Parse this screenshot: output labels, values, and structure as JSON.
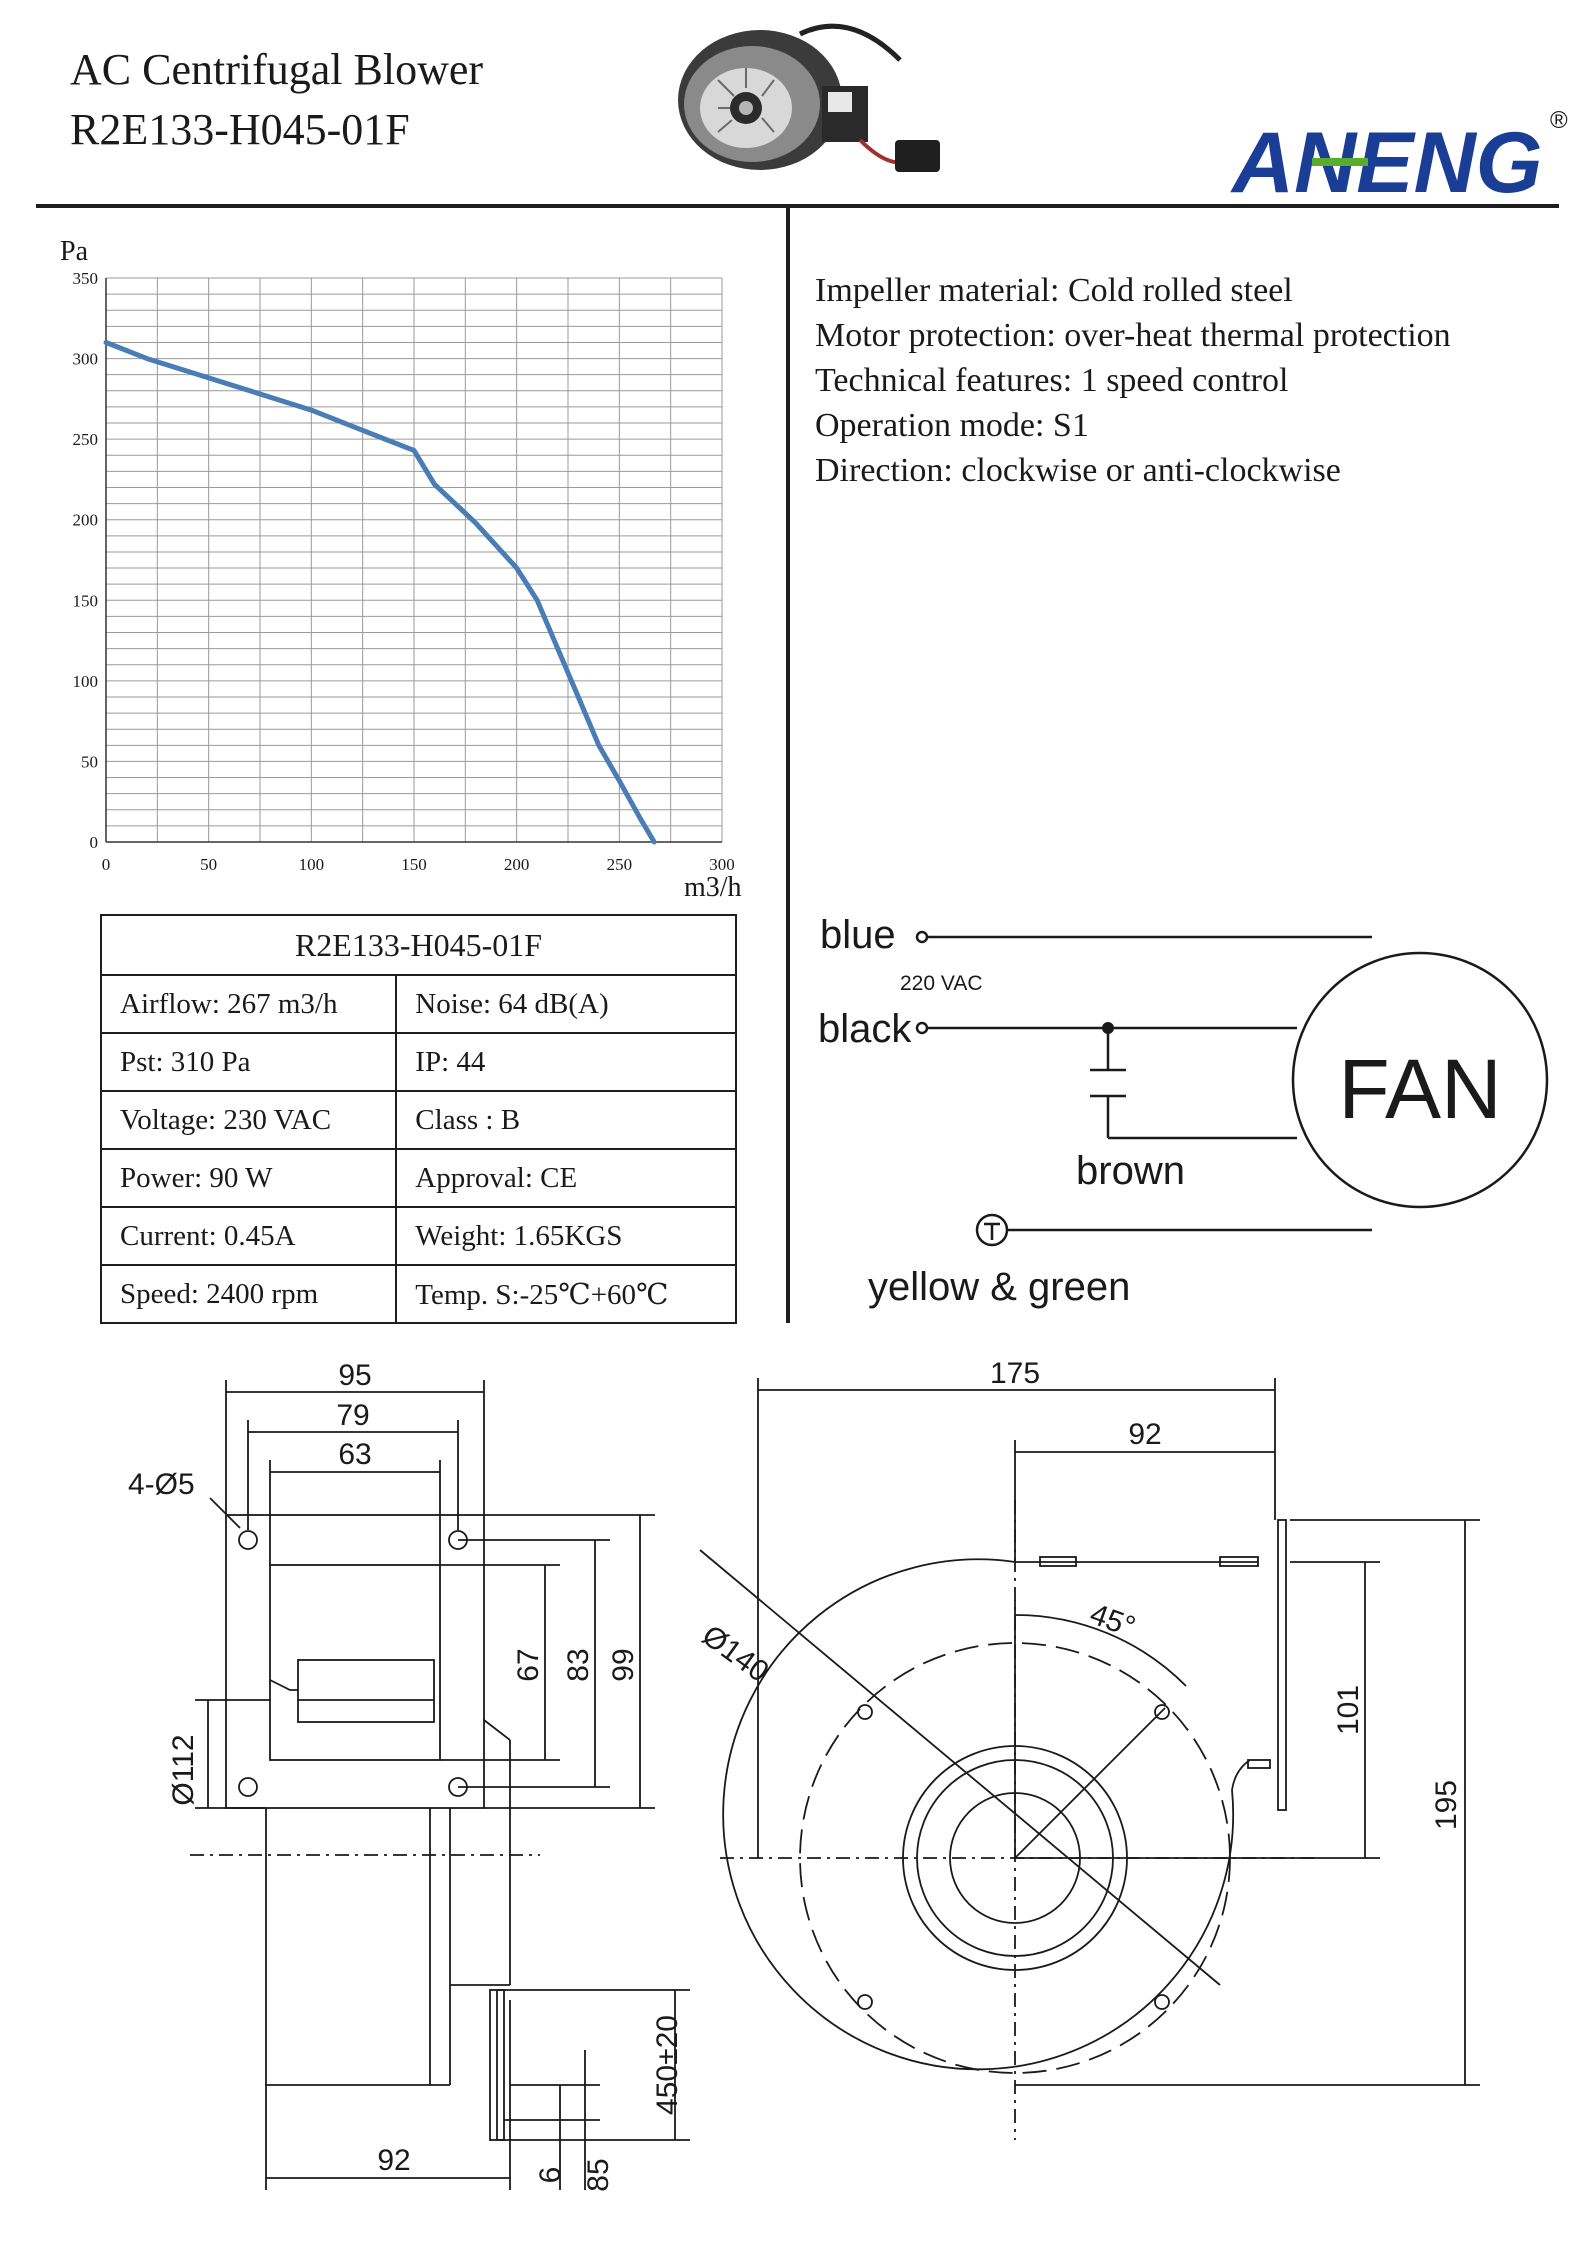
{
  "header": {
    "title_line1": "AC Centrifugal Blower",
    "title_line2": "R2E133-H045-01F",
    "brand": "ANENG",
    "registered_mark": "®",
    "brand_color": "#1a3d96",
    "brand_accent": "#5aac2e"
  },
  "features": [
    "Impeller material: Cold rolled steel",
    "Motor protection:  over-heat thermal protection",
    "Technical features:  1 speed control",
    "Operation mode: S1",
    "Direction: clockwise or anti-clockwise"
  ],
  "chart_data": {
    "type": "line",
    "ylabel": "Pa",
    "xlabel": "m3/h",
    "xlim": [
      0,
      300
    ],
    "ylim": [
      0,
      350
    ],
    "x_ticks": [
      "0",
      "50",
      "100",
      "150",
      "200",
      "250",
      "300"
    ],
    "y_ticks": [
      "0",
      "50",
      "100",
      "150",
      "200",
      "250",
      "300",
      "350"
    ],
    "grid": true,
    "series_color": "#4a7db5",
    "series": [
      {
        "points": [
          [
            0,
            310
          ],
          [
            20,
            300
          ],
          [
            50,
            288
          ],
          [
            80,
            276
          ],
          [
            100,
            268
          ],
          [
            120,
            258
          ],
          [
            140,
            248
          ],
          [
            150,
            243
          ],
          [
            160,
            222
          ],
          [
            180,
            198
          ],
          [
            200,
            170
          ],
          [
            210,
            150
          ],
          [
            220,
            120
          ],
          [
            230,
            90
          ],
          [
            240,
            60
          ],
          [
            250,
            38
          ],
          [
            260,
            15
          ],
          [
            267,
            0
          ]
        ]
      }
    ]
  },
  "spec_table": {
    "model": "R2E133-H045-01F",
    "rows": [
      [
        "Airflow: 267 m3/h",
        "Noise:      64 dB(A)"
      ],
      [
        "Pst:     310     Pa",
        "IP:               44"
      ],
      [
        "Voltage:  230  VAC",
        "Class :       B"
      ],
      [
        "Power:    90 W",
        "Approval:  CE"
      ],
      [
        "Current: 0.45A",
        "Weight:     1.65KGS"
      ],
      [
        "Speed: 2400  rpm",
        "Temp. S:-25℃+60℃"
      ]
    ]
  },
  "wiring": {
    "blue": "blue",
    "voltage": "220 VAC",
    "black": "black",
    "brown": "brown",
    "ground": "yellow & green",
    "fan": "FAN"
  },
  "side_view": {
    "d95": "95",
    "d79": "79",
    "d63": "63",
    "holes": "4-Ø5",
    "d67": "67",
    "d83": "83",
    "d99": "99",
    "d112": "Ø112",
    "d92": "92",
    "d450": "450±20",
    "d6": "6",
    "d85": "85"
  },
  "front_view": {
    "d175": "175",
    "d92": "92",
    "d140": "Ø140",
    "angle": "45°",
    "d101": "101",
    "d195": "195"
  }
}
